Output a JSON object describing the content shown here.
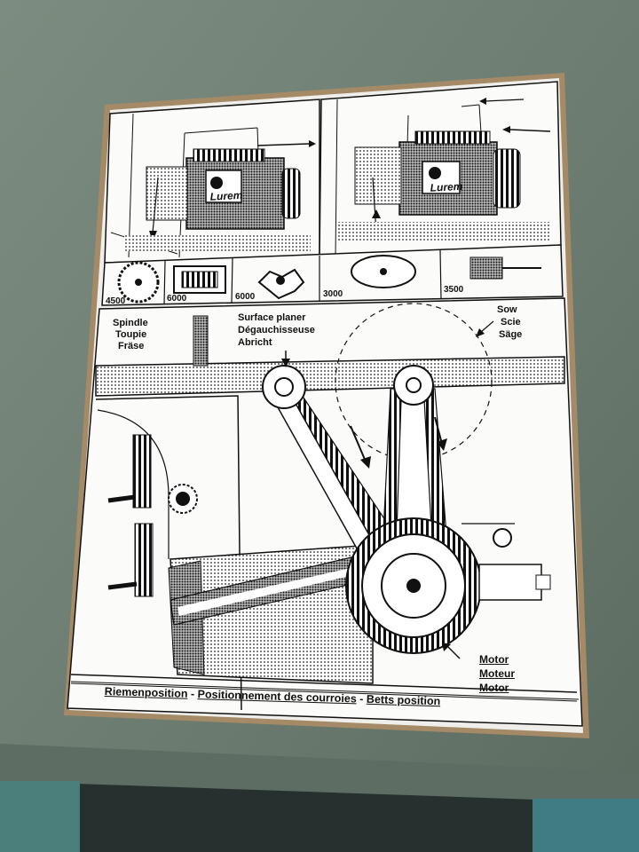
{
  "colors": {
    "machine_surface": "#6f7f73",
    "plate_paper": "#efeeea",
    "plate_border": "#a48a66",
    "ink": "#111111",
    "shadow_floor": "#2a3538"
  },
  "brand": {
    "left_motor": "Lurem",
    "right_motor": "Lurem"
  },
  "speeds": {
    "saw_blade": "4500",
    "planer_cutter": "6000",
    "spindle_cutter": "6000",
    "slot_cutter": "3000",
    "drill_chuck": "3500"
  },
  "labels": {
    "spindle": [
      "Spindle",
      "Toupie",
      "Fräse"
    ],
    "surface_planer": [
      "Surface planer",
      "Dégauchisseuse",
      "Abricht"
    ],
    "saw": [
      "Sow",
      "Scie",
      "Säge"
    ],
    "motor": [
      "Motor",
      "Moteur",
      "Motor"
    ]
  },
  "footer": {
    "part1": "Riemenposition",
    "sep1": "-",
    "part2": "Positionnement des courroies",
    "sep2": "-",
    "part3": "Betts position"
  }
}
